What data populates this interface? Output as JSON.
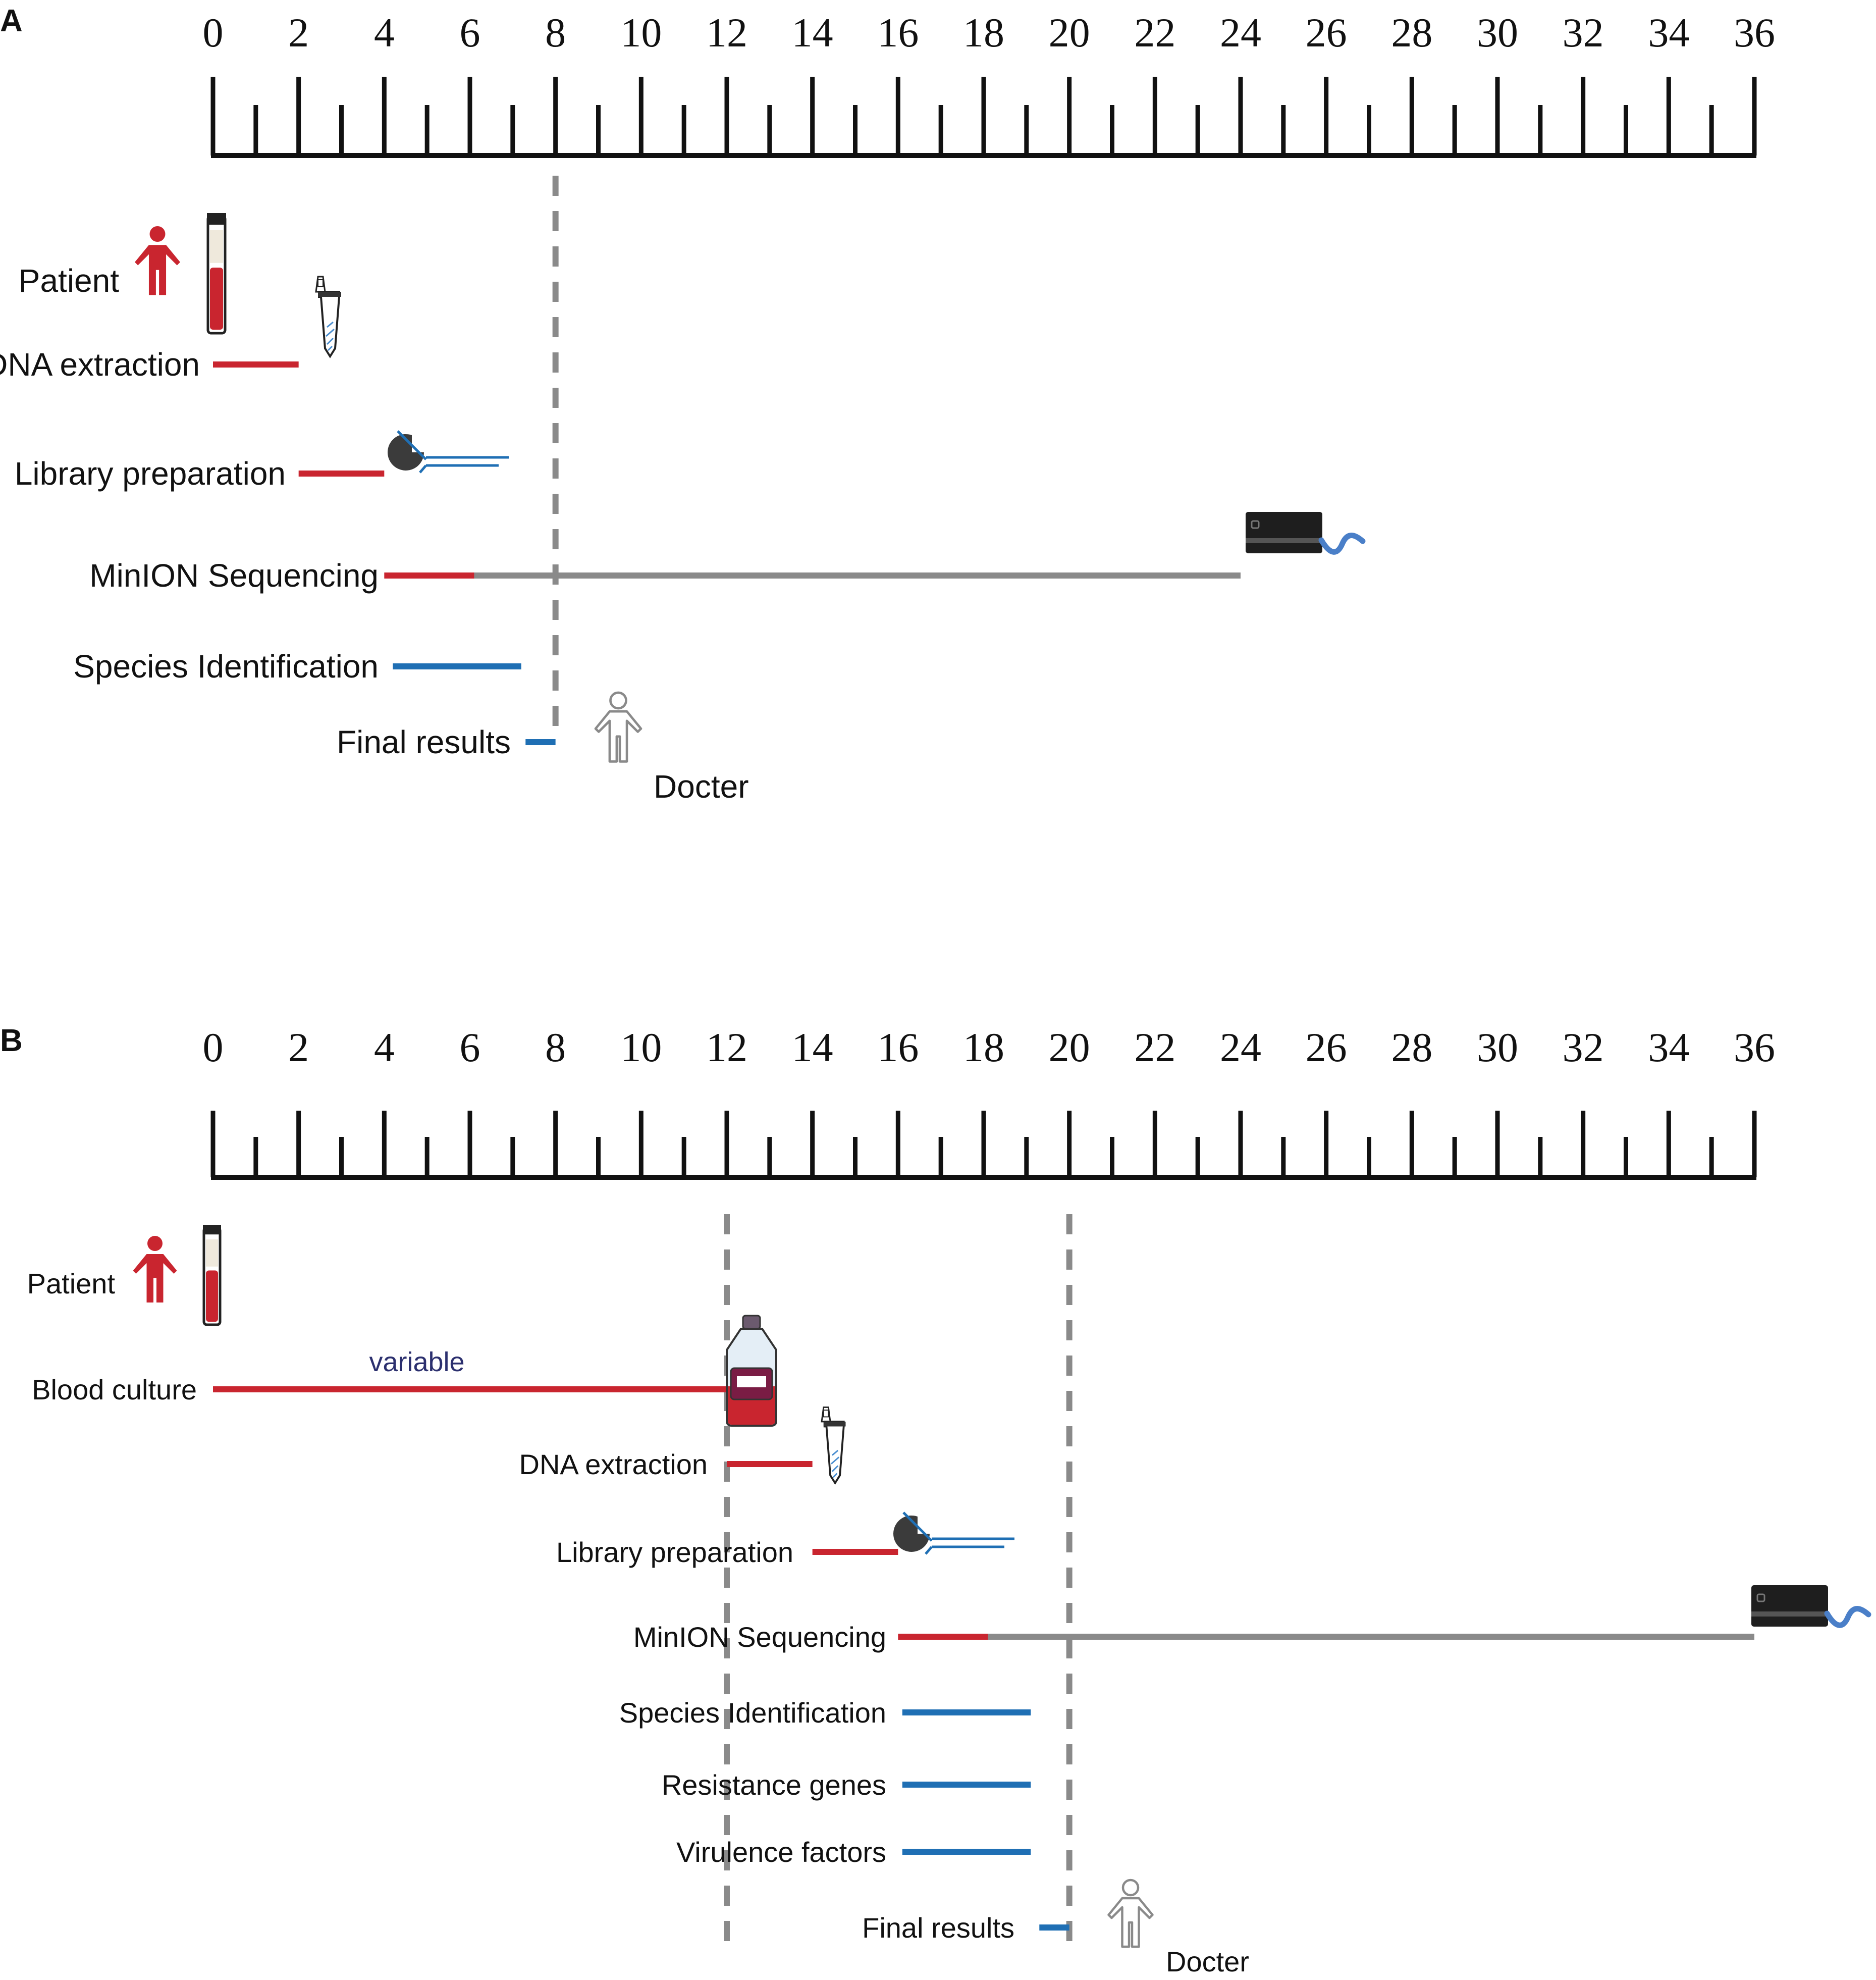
{
  "colors": {
    "red": "#c9252f",
    "blue": "#1f6fb4",
    "gray": "#8a8a8a",
    "black": "#111111",
    "variable_text": "#2b2f6e"
  },
  "icons": [
    "person-icon",
    "blood-tube-icon",
    "eppendorf-tube-icon",
    "library-prep-icon",
    "minion-device-icon",
    "doctor-icon",
    "culture-bottle-icon"
  ],
  "axis": {
    "min": 0,
    "max": 36,
    "major_step": 2,
    "minor_step": 1,
    "tick_labels": [
      "0",
      "2",
      "4",
      "6",
      "8",
      "10",
      "12",
      "14",
      "16",
      "18",
      "20",
      "22",
      "24",
      "26",
      "28",
      "30",
      "32",
      "34",
      "36"
    ]
  },
  "panels": [
    {
      "id": "A",
      "letter": "A",
      "cutoffs": [
        8
      ],
      "patient_label": "Patient",
      "rows": [
        {
          "label": "DNA extraction",
          "segments": [
            {
              "start": 0,
              "end": 2,
              "color": "red"
            }
          ],
          "icon": "eppendorf-tube-icon"
        },
        {
          "label": "Library preparation",
          "segments": [
            {
              "start": 2,
              "end": 4,
              "color": "red"
            }
          ],
          "icon": "library-prep-icon"
        },
        {
          "label": "MinION Sequencing",
          "segments": [
            {
              "start": 4,
              "end": 6.1,
              "color": "red"
            },
            {
              "start": 6.1,
              "end": 24,
              "color": "gray"
            }
          ],
          "icon": "minion-device-icon"
        },
        {
          "label": "Species Identification",
          "segments": [
            {
              "start": 4.2,
              "end": 7.2,
              "color": "blue"
            }
          ]
        },
        {
          "label": "Final results",
          "segments": [
            {
              "start": 7.3,
              "end": 8,
              "color": "blue"
            }
          ],
          "icon": "doctor-icon",
          "icon_label": "Docter"
        }
      ]
    },
    {
      "id": "B",
      "letter": "B",
      "cutoffs": [
        12,
        20
      ],
      "patient_label": "Patient",
      "rows": [
        {
          "label": "Blood culture",
          "segments": [
            {
              "start": 0,
              "end": 12,
              "color": "red"
            }
          ],
          "annotation": "variable",
          "icon": "culture-bottle-icon"
        },
        {
          "label": "DNA extraction",
          "segments": [
            {
              "start": 12,
              "end": 14,
              "color": "red"
            }
          ],
          "icon": "eppendorf-tube-icon"
        },
        {
          "label": "Library preparation",
          "segments": [
            {
              "start": 14,
              "end": 16,
              "color": "red"
            }
          ],
          "icon": "library-prep-icon"
        },
        {
          "label": "MinION Sequencing",
          "segments": [
            {
              "start": 16,
              "end": 18.1,
              "color": "red"
            },
            {
              "start": 18.1,
              "end": 36,
              "color": "gray"
            }
          ],
          "icon": "minion-device-icon"
        },
        {
          "label": "Species Identification",
          "segments": [
            {
              "start": 16.1,
              "end": 19.1,
              "color": "blue"
            }
          ]
        },
        {
          "label": "Resistance genes",
          "segments": [
            {
              "start": 16.1,
              "end": 19.1,
              "color": "blue"
            }
          ]
        },
        {
          "label": "Virulence factors",
          "segments": [
            {
              "start": 16.1,
              "end": 19.1,
              "color": "blue"
            }
          ]
        },
        {
          "label": "Final results",
          "segments": [
            {
              "start": 19.3,
              "end": 20,
              "color": "blue"
            }
          ],
          "icon": "doctor-icon",
          "icon_label": "Docter"
        }
      ]
    }
  ]
}
